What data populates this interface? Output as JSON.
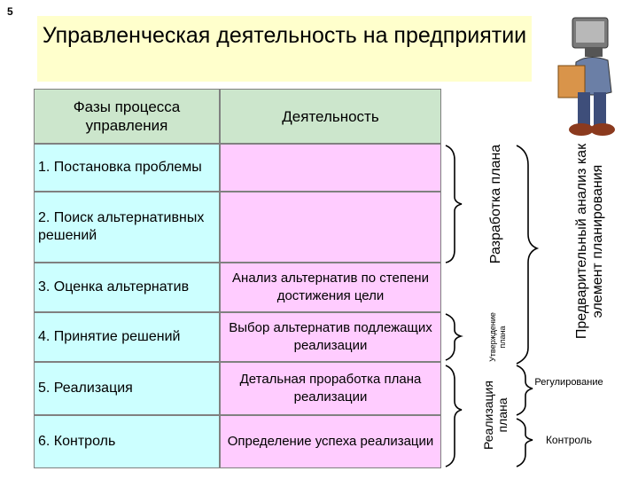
{
  "slide_number": "5",
  "title": "Управленческая деятельность на предприятии",
  "table": {
    "phase_header": "Фазы процесса управления",
    "activity_header": "Деятельность",
    "rows": [
      {
        "phase": "1. Постановка проблемы",
        "activity": ""
      },
      {
        "phase": "2. Поиск альтернативных решений",
        "activity": ""
      },
      {
        "phase": "3. Оценка альтернатив",
        "activity": "Анализ альтернатив по степени достижения цели"
      },
      {
        "phase": "4. Принятие решений",
        "activity": "Выбор альтернатив подлежащих реализации"
      },
      {
        "phase": "5. Реализация",
        "activity": "Детальная проработка плана реализации"
      },
      {
        "phase": "6. Контроль",
        "activity": "Определение успеха реализации"
      }
    ]
  },
  "brackets": {
    "plan_development": "Разработка плана",
    "plan_approval": "Утверждение плана",
    "plan_implementation": "Реализация плана",
    "preliminary_analysis": "Предварительный анализ как элемент планирования",
    "regulation": "Регулирование",
    "control": "Контроль"
  },
  "colors": {
    "title_bg": "#ffffcc",
    "header_bg": "#cce6cc",
    "phase_bg": "#ccffff",
    "activity_bg": "#ffccff"
  },
  "illustration": "reading-person-clipart"
}
